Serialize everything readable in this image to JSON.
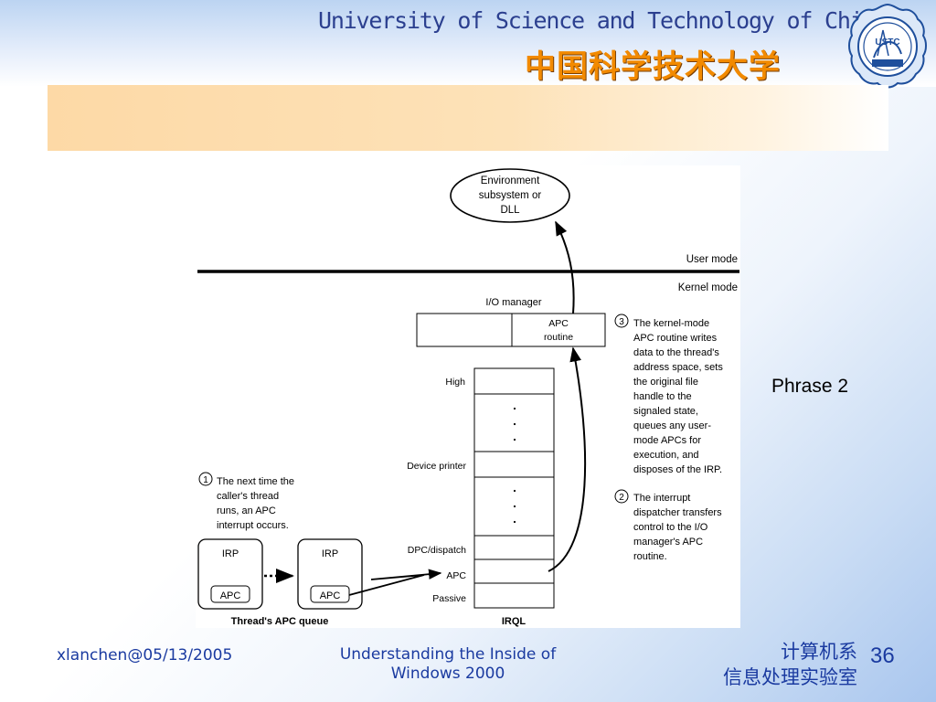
{
  "header": {
    "university_en": "University of Science and Technology of China",
    "university_cn": "中国科学技术大学",
    "logo_text": "USTC"
  },
  "slide": {
    "phrase": "Phrase 2"
  },
  "diagram": {
    "env_line1": "Environment",
    "env_line2": "subsystem or",
    "env_line3": "DLL",
    "user_mode": "User mode",
    "kernel_mode": "Kernel mode",
    "io_manager": "I/O manager",
    "apc_routine_line1": "APC",
    "apc_routine_line2": "routine",
    "irql_levels": [
      "High",
      "Device printer",
      "DPC/dispatch",
      "APC",
      "Passive"
    ],
    "irql_label": "IRQL",
    "queue_label": "Thread's APC queue",
    "irp_label": "IRP",
    "apc_label": "APC",
    "step1_num": "1",
    "step1_lines": [
      "The next time the",
      "caller's thread",
      "runs, an APC",
      "interrupt occurs."
    ],
    "step2_num": "2",
    "step2_lines": [
      "The interrupt",
      "dispatcher transfers",
      "control to the I/O",
      "manager's APC",
      "routine."
    ],
    "step3_num": "3",
    "step3_lines": [
      "The kernel-mode",
      "APC routine writes",
      "data to the thread's",
      "address space, sets",
      "the original file",
      "handle to the",
      "signaled state,",
      "queues any user-",
      "mode APCs for",
      "execution, and",
      "disposes of the IRP."
    ]
  },
  "footer": {
    "author": "xlanchen@05/13/2005",
    "course_line1": "Understanding the Inside of",
    "course_line2": "Windows 2000",
    "dept_line1": "计算机系",
    "dept_line2": "信息处理实验室",
    "page_number": "36"
  },
  "colors": {
    "title_blue": "#2b3f8f",
    "title_orange": "#f28a00",
    "footer_blue": "#1a3aa0",
    "band_orange": "#fdd9a6"
  }
}
